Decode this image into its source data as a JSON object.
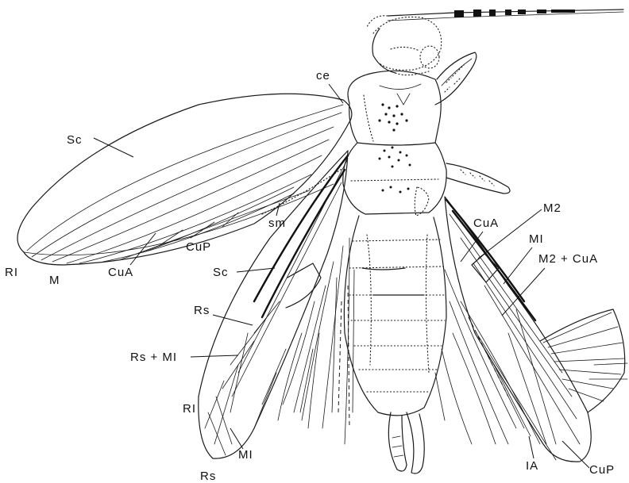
{
  "labels": {
    "sc_forewing": "Sc",
    "ce": "ce",
    "sm": "sm",
    "cup_forewing": "CuP",
    "cua_forewing": "CuA",
    "r1_forewing": "RI",
    "m_forewing": "M",
    "sc_hindwing_left": "Sc",
    "rs_left": "Rs",
    "rs_m1_left": "Rs + MI",
    "r1_left": "RI",
    "m1_left": "MI",
    "rs_bottom": "Rs",
    "cua_right": "CuA",
    "m2_right": "M2",
    "m1_right": "MI",
    "m2_cua_right": "M2 + CuA",
    "ia_right": "IA",
    "cup_right": "CuP"
  }
}
